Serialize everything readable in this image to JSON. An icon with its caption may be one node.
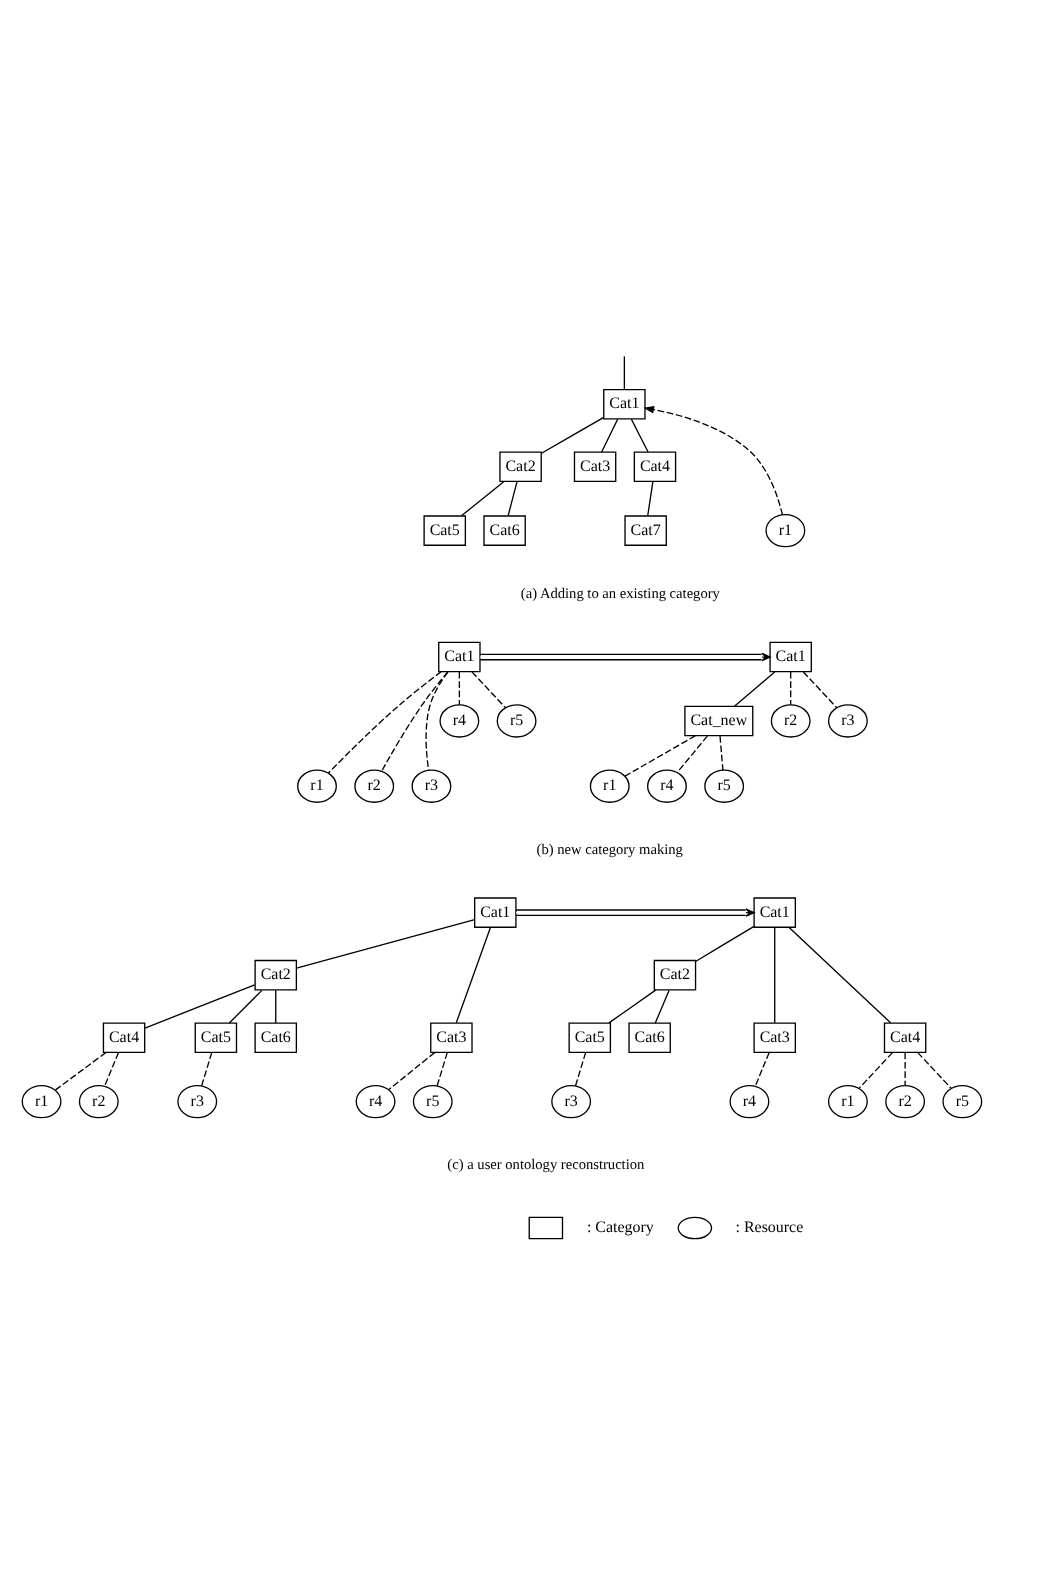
{
  "diagram": {
    "nodes": [
      {
        "text": [
          "Cat1"
        ]
      },
      {
        "text": [
          "r1"
        ]
      },
      {
        "text": [
          "Cat2"
        ]
      },
      {
        "text": [
          "Cat3"
        ]
      },
      {
        "text": [
          "Cat4"
        ]
      },
      {
        "text": [
          "Cat5"
        ]
      },
      {
        "text": [
          "Cat6"
        ]
      },
      {
        "text": [
          "Cat7"
        ]
      },
      {
        "text": [
          "Cat1"
        ]
      },
      {
        "text": [
          "r1"
        ]
      },
      {
        "text": [
          "r2"
        ]
      },
      {
        "text": [
          "r3"
        ]
      },
      {
        "text": [
          "r4"
        ]
      },
      {
        "text": [
          "r5"
        ]
      },
      {
        "text": [
          "Cat1"
        ]
      },
      {
        "text": [
          "Cat_new"
        ]
      },
      {
        "text": [
          "r2"
        ]
      },
      {
        "text": [
          "r3"
        ]
      },
      {
        "text": [
          "r1"
        ]
      },
      {
        "text": [
          "r4"
        ]
      },
      {
        "text": [
          "r5"
        ]
      },
      {
        "text": [
          "Cat1"
        ]
      },
      {
        "text": [
          "Cat2"
        ]
      },
      {
        "text": [
          "Cat3"
        ]
      },
      {
        "text": [
          "Cat4"
        ]
      },
      {
        "text": [
          "Cat5"
        ]
      },
      {
        "text": [
          "Cat6"
        ]
      },
      {
        "text": [
          "r4"
        ]
      },
      {
        "text": [
          "r5"
        ]
      },
      {
        "text": [
          "r1"
        ]
      },
      {
        "text": [
          "r2"
        ]
      },
      {
        "text": [
          "r3"
        ]
      },
      {
        "text": [
          "Cat1"
        ]
      },
      {
        "text": [
          "Cat2"
        ]
      },
      {
        "text": [
          "Cat3"
        ]
      },
      {
        "text": [
          "Cat4"
        ]
      },
      {
        "text": [
          "Cat5"
        ]
      },
      {
        "text": [
          "Cat6"
        ]
      },
      {
        "text": [
          "r4"
        ]
      },
      {
        "text": [
          "r1"
        ]
      },
      {
        "text": [
          "r2"
        ]
      },
      {
        "text": [
          "r5"
        ]
      },
      {
        "text": [
          "r3"
        ]
      }
    ],
    "edges": [
      {
        "from": null,
        "to": 0,
        "arrow": "none"
      },
      {
        "from": 1,
        "to": 0,
        "arrow": "to",
        "style": "dashed"
      },
      {
        "from": 0,
        "to": 2,
        "arrow": "none"
      },
      {
        "from": 0,
        "to": 3,
        "arrow": "none"
      },
      {
        "from": 0,
        "to": 4,
        "arrow": "none"
      },
      {
        "from": 2,
        "to": 5,
        "arrow": "none"
      },
      {
        "from": 2,
        "to": 6,
        "arrow": "none"
      },
      {
        "from": 4,
        "to": 7,
        "arrow": "none"
      },
      {
        "from": 8,
        "to": 9,
        "arrow": "none",
        "style": "dashed"
      },
      {
        "from": 8,
        "to": 10,
        "arrow": "none",
        "style": "dashed"
      },
      {
        "from": 8,
        "to": 11,
        "arrow": "none",
        "style": "dashed"
      },
      {
        "from": 8,
        "to": 12,
        "arrow": "none",
        "style": "dashed"
      },
      {
        "from": 8,
        "to": 13,
        "arrow": "none",
        "style": "dashed"
      },
      {
        "from": 8,
        "to": 14,
        "arrow": "to"
      },
      {
        "from": 14,
        "to": 15,
        "arrow": "none"
      },
      {
        "from": 14,
        "to": 16,
        "arrow": "none",
        "style": "dashed"
      },
      {
        "from": 14,
        "to": 17,
        "arrow": "none",
        "style": "dashed"
      },
      {
        "from": 15,
        "to": 18,
        "arrow": "none",
        "style": "dashed"
      },
      {
        "from": 15,
        "to": 19,
        "arrow": "none",
        "style": "dashed"
      },
      {
        "from": 15,
        "to": 20,
        "arrow": "none",
        "style": "dashed"
      },
      {
        "from": 21,
        "to": 22,
        "arrow": "none"
      },
      {
        "from": 21,
        "to": 23,
        "arrow": "none"
      },
      {
        "from": 22,
        "to": 24,
        "arrow": "none"
      },
      {
        "from": 22,
        "to": 25,
        "arrow": "none"
      },
      {
        "from": 22,
        "to": 26,
        "arrow": "none"
      },
      {
        "from": 23,
        "to": 27,
        "arrow": "none",
        "style": "dashed"
      },
      {
        "from": 23,
        "to": 28,
        "arrow": "none",
        "style": "dashed"
      },
      {
        "from": 24,
        "to": 29,
        "arrow": "none",
        "style": "dashed"
      },
      {
        "from": 24,
        "to": 30,
        "arrow": "none",
        "style": "dashed"
      },
      {
        "from": 25,
        "to": 31,
        "arrow": "none",
        "style": "dashed"
      },
      {
        "from": 21,
        "to": 32,
        "arrow": "to"
      },
      {
        "from": 32,
        "to": 33,
        "arrow": "none"
      },
      {
        "from": 32,
        "to": 34,
        "arrow": "none"
      },
      {
        "from": 32,
        "to": 35,
        "arrow": "none"
      },
      {
        "from": 33,
        "to": 36,
        "arrow": "none"
      },
      {
        "from": 33,
        "to": 37,
        "arrow": "none"
      },
      {
        "from": 34,
        "to": 38,
        "arrow": "none",
        "style": "dashed"
      },
      {
        "from": 35,
        "to": 39,
        "arrow": "none",
        "style": "dashed"
      },
      {
        "from": 35,
        "to": 40,
        "arrow": "none",
        "style": "dashed"
      },
      {
        "from": 35,
        "to": 41,
        "arrow": "none",
        "style": "dashed"
      },
      {
        "from": 36,
        "to": 42,
        "arrow": "none",
        "style": "dashed"
      }
    ],
    "labels": [
      "(a) Adding to an existing category",
      "(b) new category making",
      "(c) a user ontology reconstruction"
    ],
    "legend": [
      {
        "text": ": Category"
      },
      {
        "text": ": Resource"
      }
    ]
  }
}
